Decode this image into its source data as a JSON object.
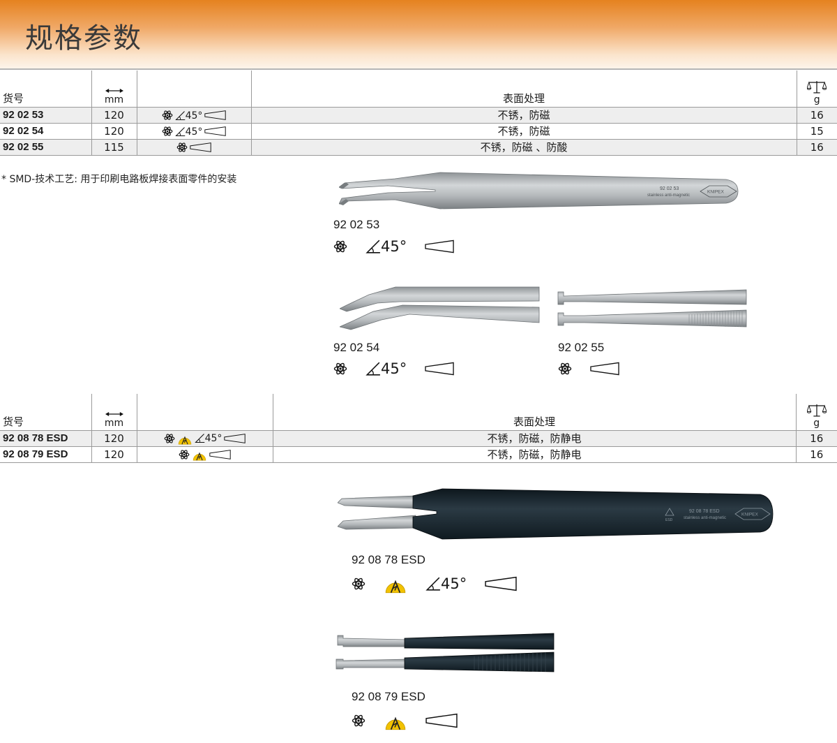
{
  "header": {
    "title": "规格参数"
  },
  "columns": {
    "article": "货号",
    "length_unit": "mm",
    "surface": "表面处理",
    "weight_unit": "g"
  },
  "angle_text": "45°",
  "table1": [
    {
      "code": "92 02 53",
      "length": "120",
      "finish": "不锈，防磁",
      "weight": "16"
    },
    {
      "code": "92 02 54",
      "length": "120",
      "finish": "不锈，防磁",
      "weight": "15"
    },
    {
      "code": "92 02 55",
      "length": "115",
      "finish": "不锈，防磁 、防酸",
      "weight": "16"
    }
  ],
  "footnote": "* SMD-技术工艺: 用于印刷电路板焊接表面零件的安装",
  "table2": [
    {
      "code": "92 08 78 ESD",
      "length": "120",
      "finish": "不锈，防磁，防静电",
      "weight": "16"
    },
    {
      "code": "92 08 79 ESD",
      "length": "120",
      "finish": "不锈，防磁，防静电",
      "weight": "16"
    }
  ],
  "images": {
    "p1": {
      "code": "92 02 53",
      "engraving_line1": "92 02 53",
      "engraving_line2": "stainless anti-magnetic",
      "brand": "KNIPEX"
    },
    "p2": {
      "code": "92 02 54"
    },
    "p3": {
      "code": "92 02 55"
    },
    "p4": {
      "code": "92 08 78 ESD",
      "engraving_line1": "92 08 78 ESD",
      "engraving_line2": "stainless anti-magnetic",
      "brand": "KNIPEX",
      "esd_mark": "ESD"
    },
    "p5": {
      "code": "92 08 79 ESD"
    }
  },
  "colors": {
    "header_orange": "#e5821f",
    "row_shade": "#eeeeee",
    "steel": "#b9bdbf",
    "coating": "#16232b",
    "esd_yellow": "#f2c200"
  }
}
